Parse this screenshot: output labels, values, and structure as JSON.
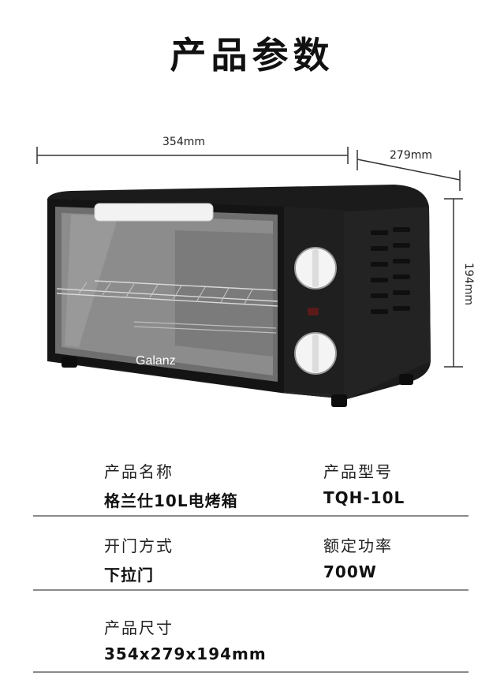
{
  "header": {
    "title": "产品参数"
  },
  "dimensions": {
    "width": "354mm",
    "depth": "279mm",
    "height": "194mm"
  },
  "product": {
    "brand": "Galanz"
  },
  "specs": [
    {
      "label": "产品名称",
      "value": "格兰仕10L电烤箱"
    },
    {
      "label": "产品型号",
      "value": "TQH-10L"
    },
    {
      "label": "开门方式",
      "value": "下拉门"
    },
    {
      "label": "额定功率",
      "value": "700W"
    },
    {
      "label": "产品尺寸",
      "value": "354x279x194mm"
    }
  ]
}
